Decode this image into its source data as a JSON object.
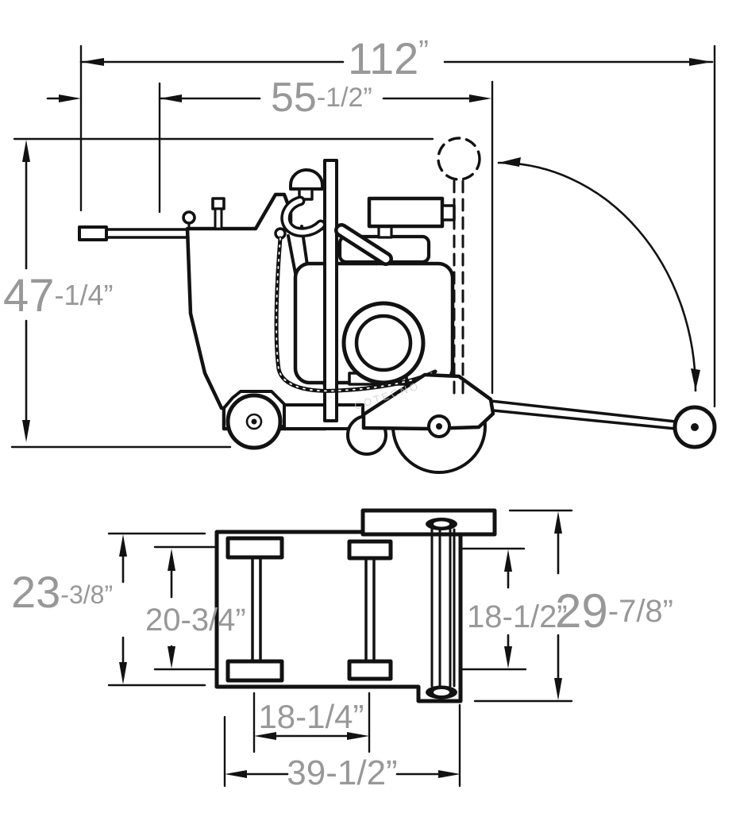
{
  "title": "concrete saw dimension diagram",
  "colors": {
    "line": "#121212",
    "label_gray": "#989898",
    "watermark_gray": "#c9c9c9",
    "background": "#ffffff"
  },
  "watermark": "COTECNO",
  "side_view": {
    "dims": {
      "overall_length": {
        "main": "112",
        "suffix": "”"
      },
      "mid_length": {
        "main": "55",
        "suffix": "-1/2”"
      },
      "overall_height": {
        "main": "47",
        "suffix": "-1/4”"
      }
    }
  },
  "plan_view": {
    "dims": {
      "body_width": {
        "main": "23",
        "suffix": "-3/8”"
      },
      "front_track": {
        "text": "20-3/4”"
      },
      "rear_track": {
        "text": "18-1/2”"
      },
      "overall_width": {
        "main": "29",
        "suffix": "-7/8”"
      },
      "wheelbase": {
        "text": "18-1/4”"
      },
      "frame_length": {
        "text": "39-1/2”"
      }
    }
  }
}
